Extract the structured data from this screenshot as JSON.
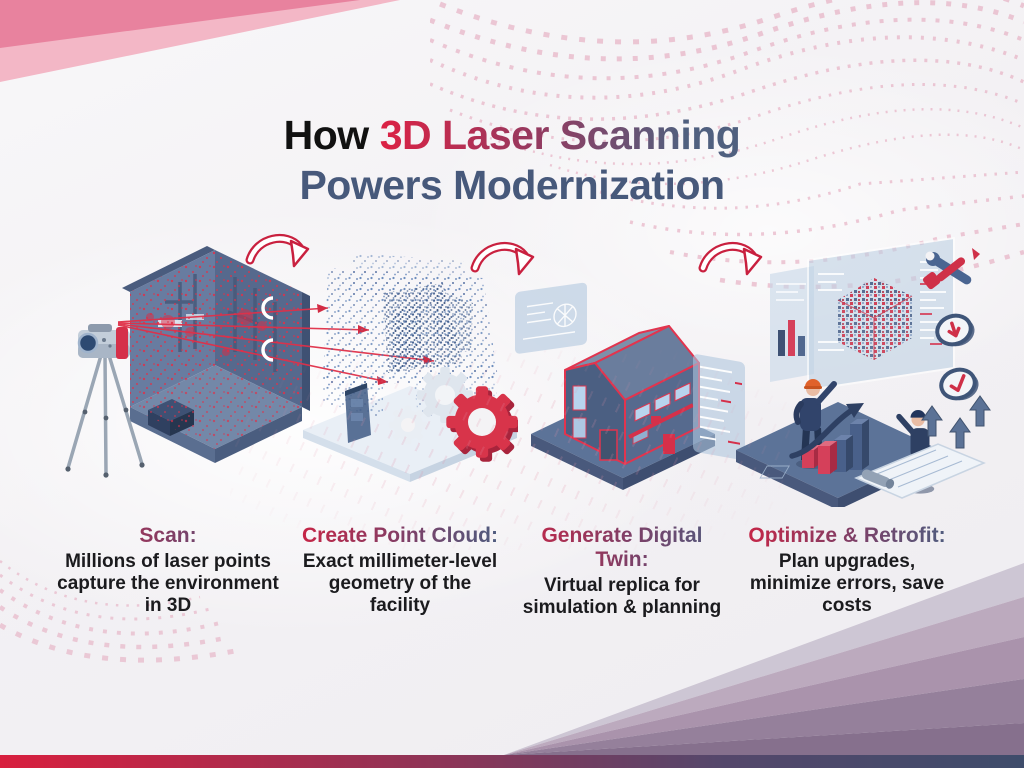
{
  "title": {
    "prefix": "How",
    "highlight": "3D Laser Scanning",
    "line2": "Powers Modernization"
  },
  "steps": [
    {
      "heading": "Scan:",
      "body": "Millions of laser points capture the environment in 3D",
      "illustration": "laser-scanner-on-tripod-scanning-room"
    },
    {
      "heading": "Create Point Cloud:",
      "body": "Exact millimeter-level geometry of the facility",
      "illustration": "point-cloud-model-with-red-gear"
    },
    {
      "heading": "Generate Digital Twin:",
      "body": "Virtual replica for simulation & planning",
      "illustration": "digital-twin-building-with-data-panels"
    },
    {
      "heading": "Optimize & Retrofit:",
      "body": "Plan upgrades, minimize errors, save costs",
      "illustration": "engineers-planning-on-holographic-screen"
    }
  ],
  "icons": {
    "process_arrow": "curved-red-arrow",
    "tools": "wrench-and-screwdriver",
    "download_badge": "circle-arrow-down",
    "check_badge": "circle-checkmark"
  },
  "colors": {
    "accent_red": "#DC2144",
    "slate_blue": "#4C5E80",
    "pink_band_dark": "#E8829E",
    "pink_band_light": "#F3B7C6",
    "halftone_pink": "#E5A8BD",
    "bottom_bar_gradient": [
      "#D81F3E",
      "#8A3558",
      "#3E4C6B"
    ],
    "corner_fan": [
      "#CDC6D4",
      "#BCAABE",
      "#AA93AC",
      "#95809B",
      "#86708D"
    ]
  }
}
